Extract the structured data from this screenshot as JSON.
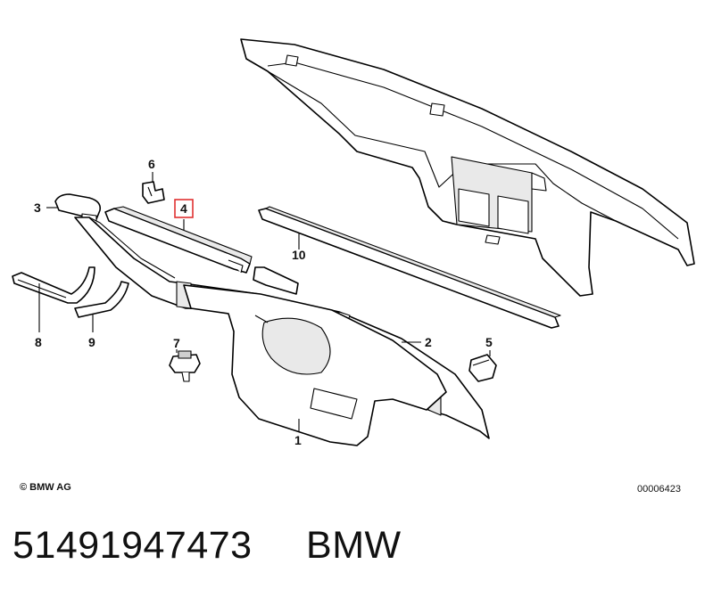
{
  "callouts": [
    {
      "id": "1",
      "label": "1",
      "highlighted": false
    },
    {
      "id": "2",
      "label": "2",
      "highlighted": false
    },
    {
      "id": "3",
      "label": "3",
      "highlighted": false
    },
    {
      "id": "4",
      "label": "4",
      "highlighted": true
    },
    {
      "id": "5",
      "label": "5",
      "highlighted": false
    },
    {
      "id": "6",
      "label": "6",
      "highlighted": false
    },
    {
      "id": "7",
      "label": "7",
      "highlighted": false
    },
    {
      "id": "8",
      "label": "8",
      "highlighted": false
    },
    {
      "id": "9",
      "label": "9",
      "highlighted": false
    },
    {
      "id": "10",
      "label": "10",
      "highlighted": false
    }
  ],
  "highlight_color": "#e03131",
  "copyright": "© BMW AG",
  "drawing_number": "00006423",
  "footer": {
    "part_number": "51491947473",
    "brand": "BMW"
  }
}
